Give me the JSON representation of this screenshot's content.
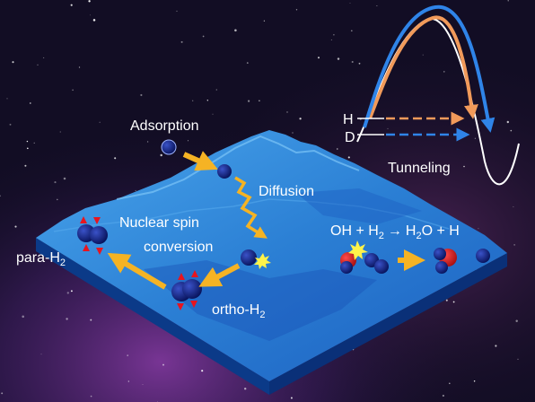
{
  "labels": {
    "adsorption": "Adsorption",
    "diffusion": "Diffusion",
    "nsc_line1": "Nuclear spin",
    "nsc_line2": "conversion",
    "para_main": "para-H",
    "para_sub": "2",
    "ortho_main": "ortho-H",
    "ortho_sub": "2",
    "tunneling": "Tunneling",
    "h_level": "H",
    "d_level": "D",
    "reaction": {
      "oh_plus_h": "OH + H",
      "sub1": "2",
      "arrow": "→",
      "h": "H",
      "sub2": "2",
      "o_plus_h": "O + H"
    }
  },
  "colors": {
    "background": "#120d24",
    "surface": "#2e86d6",
    "surface_edge": "#0d3f8e",
    "arrow_yellow": "#f5b324",
    "molecule_blue": "#0a1a78",
    "oxygen_red": "#d81a1a",
    "spin_red": "#e8141e",
    "tunnel_blue": "#2f84e8",
    "tunnel_orange": "#f19a5a",
    "potential_white": "#ffffff",
    "label_white": "#ffffff"
  },
  "icons": [
    "star-burst-icon",
    "spin-arrow-icon"
  ]
}
